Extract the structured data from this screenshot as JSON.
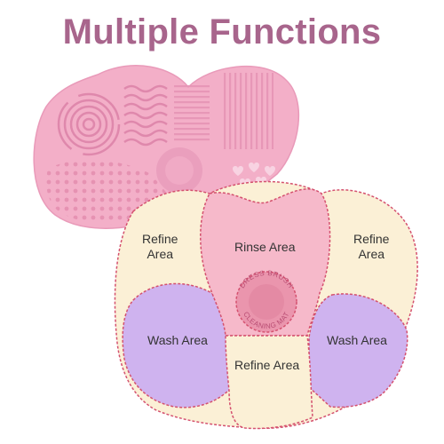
{
  "title": "Multiple Functions",
  "colors": {
    "title": "#a8658c",
    "pad_pink": "#f3afc8",
    "rinse_pink": "#f6b9ca",
    "refine_cream": "#fbf0d6",
    "wash_purple": "#cfb3ef",
    "outline": "#d4516f"
  },
  "areas": {
    "refine_top_left": [
      "Refine",
      "Area"
    ],
    "rinse": "Rinse Area",
    "refine_top_right": [
      "Refine",
      "Area"
    ],
    "wash_left": "Wash Area",
    "wash_right": "Wash Area",
    "refine_bottom": "Refine Area"
  },
  "badge": {
    "top_text": "DRESS BRUSH",
    "bottom_text": "CLEANING MAT"
  },
  "icons": [
    "spiral-ridges-icon",
    "wave-ridges-icon",
    "heart-bumps-icon",
    "suction-badge-icon"
  ]
}
